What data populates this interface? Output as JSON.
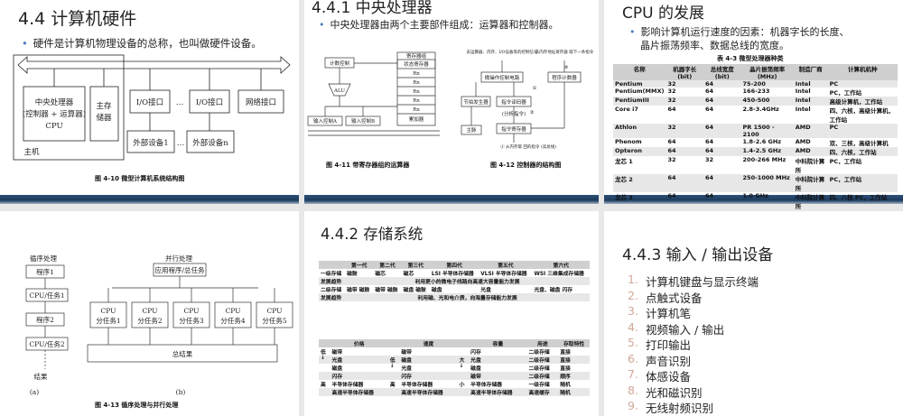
{
  "slide1": {
    "title": "4.4 计算机硬件",
    "bullet": "硬件是计算机物理设备的总称，也叫做硬件设备。",
    "diagram": {
      "cpu_line1": "中央处理器",
      "cpu_line2": "(控制器 + 运算器)",
      "cpu_line3": "CPU",
      "mem_line1": "主存",
      "mem_line2": "储器",
      "host": "主机",
      "io1": "I/O接口",
      "io2": "I/O接口",
      "net": "网络接口",
      "ellipsis": "…",
      "dev1": "外部设备1",
      "devn": "外部设备n"
    },
    "caption": "图 4-10   微型计算机系统结构图"
  },
  "slide2": {
    "title": "4.4.1   中央处理器",
    "bullet": "中央处理器由两个主要部件组成：运算器和控制器。",
    "fig411": {
      "reg_group": "寄存器组",
      "status_reg": "状态寄存器",
      "count_ctrl": "计数控制",
      "alu": "ALU",
      "rn": "Rn",
      "acc": "累加器",
      "in_a": "输入控制A",
      "in_b": "输入控制B"
    },
    "fig412": {
      "top_left": "去运算器、内存、I/O设备等的控制信号",
      "top_right": "去内存地址寄存器 取下一条指令",
      "micro": "微操作控制电路",
      "pc": "程序计数器",
      "timing": "节拍发生器",
      "decoder": "指令译码器",
      "analyze": "(分析指令)",
      "ir": "指令寄存器",
      "clock": "主脉",
      "from_mem": "② 从内存取 回的指令 (读总线)",
      "n1": "①",
      "n3": "③",
      "n4": "④"
    },
    "caption_left": "图 4-11   带寄存器组的运算器",
    "caption_right": "图 4-12   控制器的结构图"
  },
  "slide3": {
    "title": "CPU 的发展",
    "bullet_line1": "影响计算机运行速度的因素：机器字长的长度、",
    "bullet_line2": "晶片振荡频率、数据总线的宽度。",
    "table_caption": "表 4-3   微型处理器种类",
    "headers": [
      "名称",
      "机器字长 (bit)",
      "总线宽度 (bit)",
      "晶片振荡频率 (MHz)",
      "制造厂商",
      "计算机机种"
    ],
    "rows": [
      [
        "Pentium",
        "32",
        "64",
        "75-200",
        "Intel",
        "PC"
      ],
      [
        "Pentium(MMX)",
        "32",
        "64",
        "166-233",
        "Intel",
        "PC，工作站"
      ],
      [
        "PentiumIII",
        "32",
        "64",
        "450-500",
        "Intel",
        "高级计算机，工作站"
      ],
      [
        "Core i7",
        "64",
        "64",
        "2.8-3.4GHz",
        "Intel",
        "四、六核，高级计算机，工作站"
      ],
      [
        "Athlon",
        "32",
        "64",
        "PR 1500 - 2100",
        "AMD",
        "PC"
      ],
      [
        "Phenom",
        "64",
        "64",
        "1.8-2.6 GHz",
        "AMD",
        "双、三核，高级计算机"
      ],
      [
        "Opteron",
        "64",
        "64",
        "1.4-2.5 GHz",
        "AMD",
        "四、六核，工作站"
      ],
      [
        "龙芯 1",
        "32",
        "32",
        "200-266 MHz",
        "中科院计算所",
        "PC，工作站"
      ],
      [
        "龙芯 2",
        "64",
        "64",
        "250-1000 MHz",
        "中科院计算所",
        "PC，工作站"
      ],
      [
        "龙芯 3",
        "64",
        "64",
        "1.0 GHz",
        "中科院计算所",
        "四、八核 PC，工作站"
      ]
    ]
  },
  "slide4": {
    "left_title": "循序处理",
    "right_title": "并行处理",
    "prog1": "程序1",
    "task1": "CPU/任务1",
    "prog2": "程序2",
    "task2": "CPU/任务2",
    "result": "结果",
    "app": "应用程序/总任务",
    "cpu_label": "CPU",
    "subtasks": [
      "分任务1",
      "分任务2",
      "分任务3",
      "分任务4",
      "分任务5"
    ],
    "total": "总结果",
    "label_a": "(a)",
    "label_b": "(b)",
    "caption": "图 4-13   循序处理与并行处理"
  },
  "slide5": {
    "title": "4.4.2   存储系统",
    "t1_headers": [
      "",
      "第一代",
      "第二代",
      "第三代",
      "第四代",
      "第五代",
      "第六代"
    ],
    "t1_rows": [
      [
        "一级存储",
        "磁鼓",
        "磁芯",
        "磁芯",
        "LSI 半导体存储器",
        "VLSI 半导体存储器",
        "WSI 三维集成存储器"
      ],
      [
        "发展趋势",
        "利用更小的微电子线路向高速大容量能力发展"
      ],
      [
        "二级存储",
        "磁带 磁鼓",
        "磁带 磁鼓",
        "磁盘 磁鼓",
        "磁盘",
        "光盘",
        "光盘、磁盘 闪存"
      ],
      [
        "发展趋势",
        "利用磁、光和电介质，向海量存储能力发展"
      ]
    ],
    "t2_headers": [
      "价格",
      "",
      "速度",
      "",
      "容量",
      "用途",
      "存取特性"
    ],
    "t2_rows": [
      [
        "低",
        "磁带",
        "",
        "磁带",
        "",
        "闪存",
        "二级存储",
        "直接"
      ],
      [
        "↓",
        "光盘",
        "低",
        "磁盘",
        "大",
        "光盘",
        "二级存储",
        "直接"
      ],
      [
        "",
        "磁盘",
        "↓",
        "光盘",
        "↓",
        "磁盘",
        "二级存储",
        "直接"
      ],
      [
        "",
        "闪存",
        "",
        "闪存",
        "",
        "磁带",
        "二级存储",
        "顺序"
      ],
      [
        "高",
        "半导体存储器",
        "高",
        "半导体存储器",
        "小",
        "半导体存储器",
        "一级存储",
        "随机"
      ],
      [
        "",
        "高速半导体存储器",
        "",
        "高速半导体存储器",
        "",
        "高速半导体存储器",
        "高速缓存",
        "随机"
      ]
    ]
  },
  "slide6": {
    "title": "4.4.3   输入 / 输出设备",
    "items": [
      {
        "num": "1.",
        "text": "计算机键盘与显示终端"
      },
      {
        "num": "2.",
        "text": "点触式设备"
      },
      {
        "num": "3.",
        "text": "计算机笔"
      },
      {
        "num": "4.",
        "text": "视频输入 / 输出"
      },
      {
        "num": "5.",
        "text": "打印输出"
      },
      {
        "num": "6.",
        "text": "声音识别"
      },
      {
        "num": "7.",
        "text": "体感设备"
      },
      {
        "num": "8.",
        "text": "光和磁识别"
      },
      {
        "num": "9.",
        "text": "无线射频识别"
      }
    ]
  }
}
